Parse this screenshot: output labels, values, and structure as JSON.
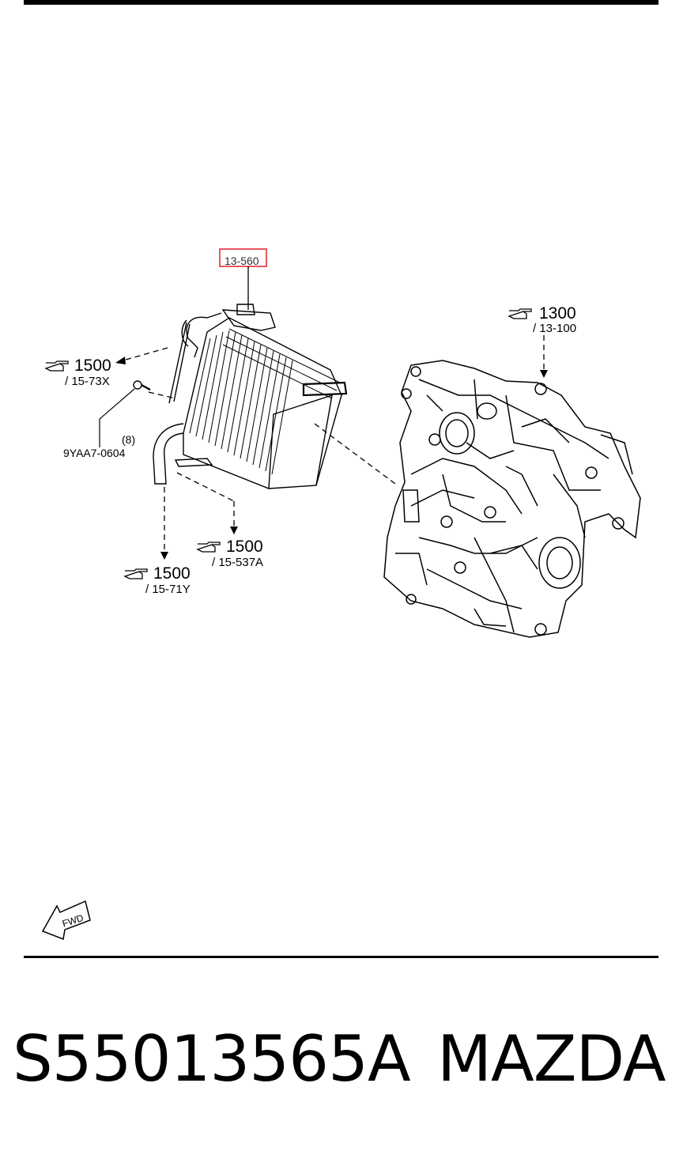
{
  "highlighted_part": "13-560",
  "references": [
    {
      "code": "1500",
      "sub": "/ 15-73X"
    },
    {
      "code": "1300",
      "sub": "/ 13-100"
    },
    {
      "code": "1500",
      "sub": "/ 15-537A"
    },
    {
      "code": "1500",
      "sub": "/ 15-71Y"
    }
  ],
  "bolt": {
    "qty": "(8)",
    "part_number": "9YAA7-0604"
  },
  "fwd_label": "FWD",
  "footer": {
    "part_number": "S55013565A",
    "brand": "MAZDA"
  }
}
